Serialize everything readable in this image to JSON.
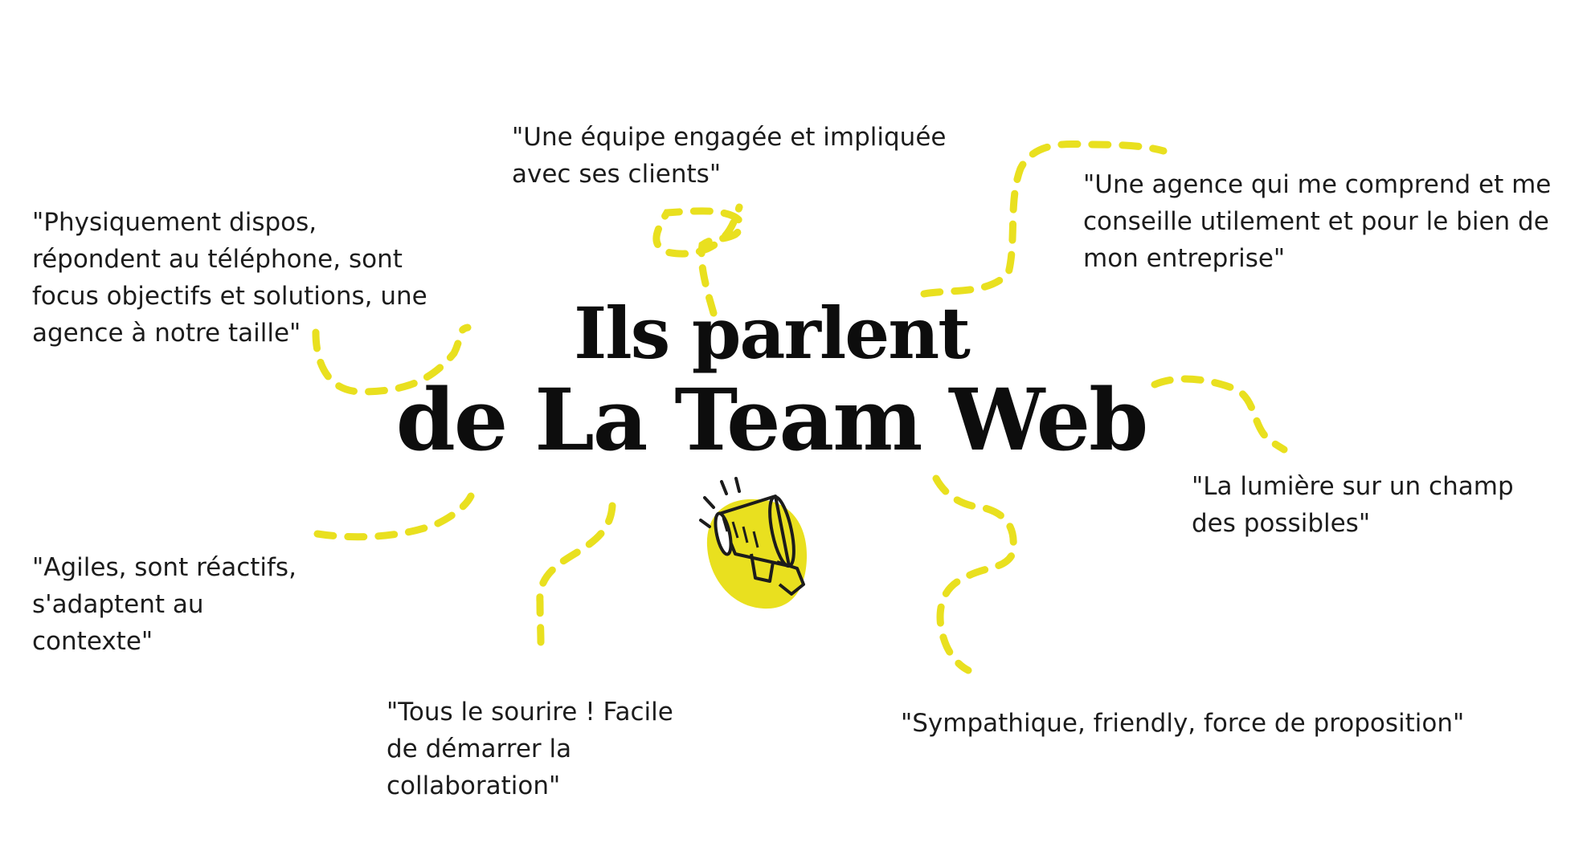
{
  "title": {
    "line1": "Ils parlent",
    "line2": "de La Team Web"
  },
  "quotes": {
    "q1": [
      "\"Physiquement dispos,",
      "répondent au téléphone, sont",
      "focus objectifs et solutions, une",
      "agence à notre taille\""
    ],
    "q2": [
      "\"Une équipe engagée et impliquée",
      "avec ses clients\""
    ],
    "q3": [
      "\"Une agence qui me comprend et me",
      "conseille utilement et pour le bien de",
      "mon entreprise\""
    ],
    "q4": [
      "\"La lumière sur un champ",
      "des possibles\""
    ],
    "q5": [
      "\"Agiles, sont réactifs,",
      "s'adaptent au",
      "contexte\""
    ],
    "q6": [
      "\"Tous le sourire !  Facile",
      "de démarrer la",
      "collaboration\""
    ],
    "q7": [
      "\"Sympathique, friendly, force de proposition\""
    ]
  },
  "icons": {
    "megaphone": "megaphone-icon"
  },
  "colors": {
    "accent": "#e9e01f",
    "text": "#1c1c1c",
    "title": "#0d0d0d",
    "background": "#ffffff"
  }
}
